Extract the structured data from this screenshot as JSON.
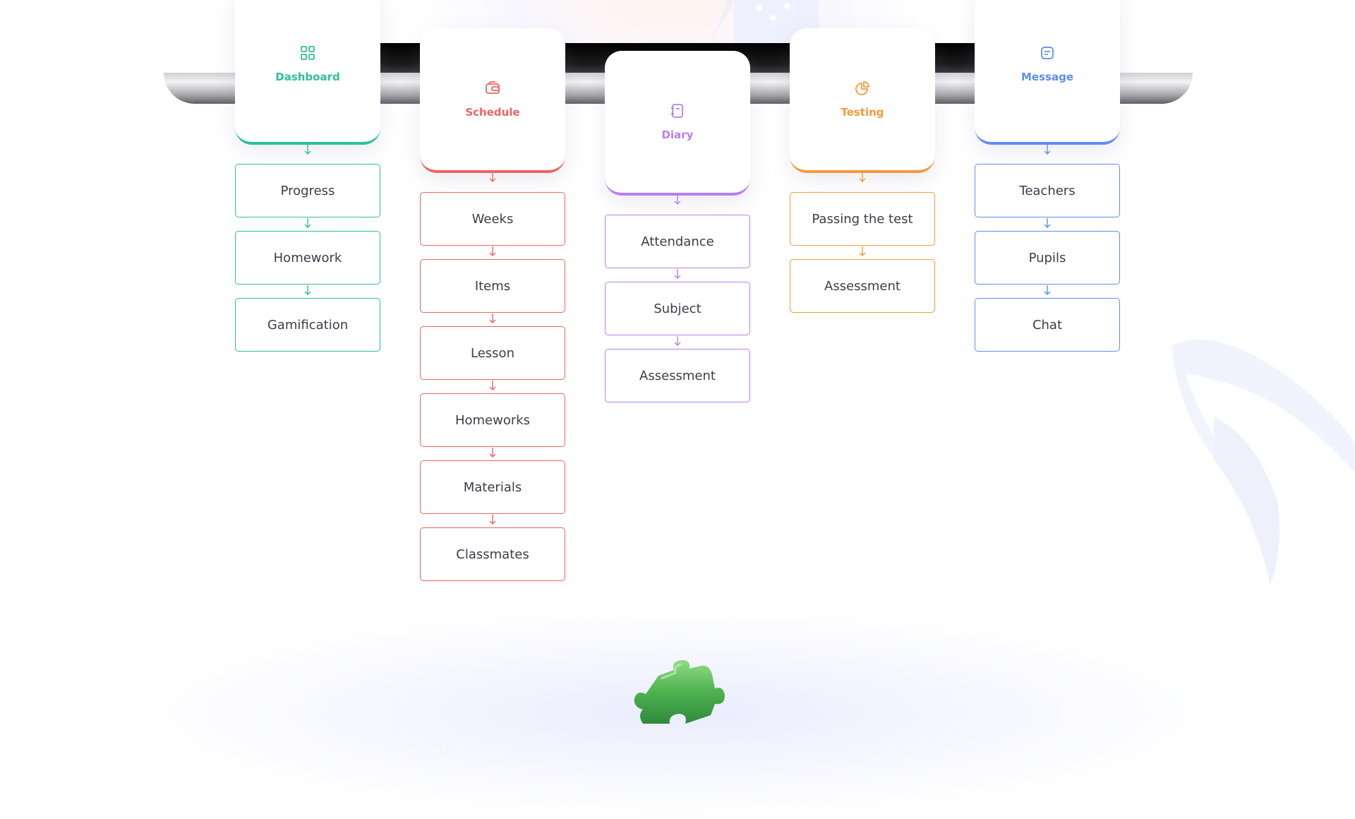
{
  "colors": {
    "dashboard": "#2ebf9a",
    "schedule": "#ef6463",
    "diary": "#b77ff0",
    "testing": "#f59a3a",
    "message": "#5f8ef0"
  },
  "columns": [
    {
      "title": "Dashboard",
      "icon": "grid-icon",
      "color": "#2ebf9a",
      "items": [
        "Progress",
        "Homework",
        "Gamification"
      ]
    },
    {
      "title": "Schedule",
      "icon": "wallet-icon",
      "color": "#ef6463",
      "items": [
        "Weeks",
        "Items",
        "Lesson",
        "Homeworks",
        "Materials",
        "Classmates"
      ]
    },
    {
      "title": "Diary",
      "icon": "notebook-icon",
      "color": "#b77ff0",
      "items": [
        "Attendance",
        "Subject",
        "Assessment"
      ]
    },
    {
      "title": "Testing",
      "icon": "chart-pie-icon",
      "color": "#f59a3a",
      "items": [
        "Passing the test",
        "Assessment"
      ]
    },
    {
      "title": "Message",
      "icon": "message-icon",
      "color": "#5f8ef0",
      "items": [
        "Teachers",
        "Pupils",
        "Chat"
      ]
    }
  ],
  "decoration": {
    "puzzle_icon": "puzzle-piece-icon"
  }
}
